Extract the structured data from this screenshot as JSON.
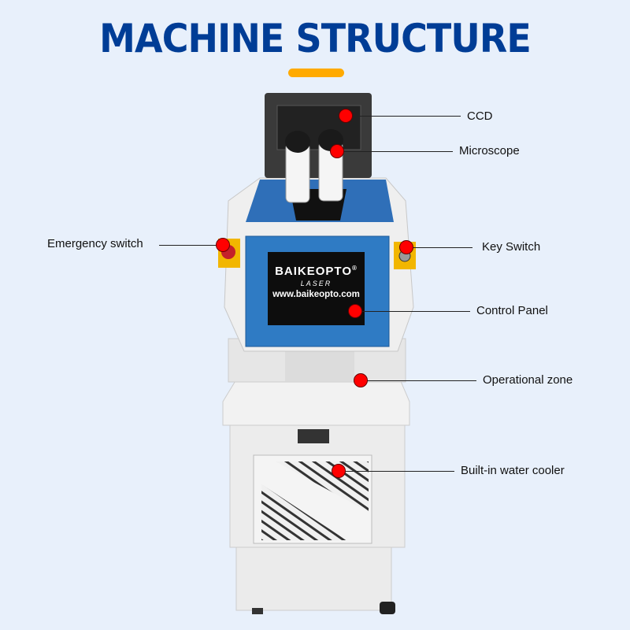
{
  "header": {
    "title": "MACHINE STRUCTURE"
  },
  "accent_colors": {
    "title": "#003d96",
    "underline": "#ffaa00",
    "marker": "#ff0000",
    "panel_blue": "#2f7bc4"
  },
  "screen": {
    "brand": "BAIKEOPTO",
    "registered": "®",
    "subbrand": "LASER",
    "website": "www.baikeopto.com"
  },
  "callouts": [
    {
      "label": "CCD"
    },
    {
      "label": "Microscope"
    },
    {
      "label": "Emergency switch"
    },
    {
      "label": "Key Switch"
    },
    {
      "label": "Control Panel"
    },
    {
      "label": "Operational zone"
    },
    {
      "label": "Built-in water cooler"
    }
  ]
}
